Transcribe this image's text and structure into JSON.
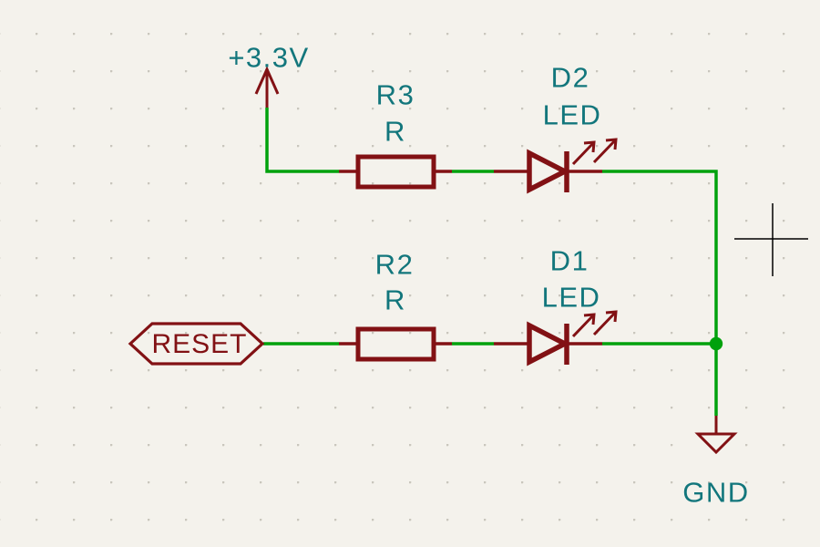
{
  "colors": {
    "bg": "#f4f2ec",
    "grid": "#c9c6bd",
    "wire": "#00a10c",
    "comp": "#821114",
    "text": "#12767c",
    "cursor": "#000000"
  },
  "schematic": {
    "power": {
      "vcc_label": "+3.3V",
      "gnd_label": "GND"
    },
    "components": {
      "r3": {
        "ref": "R3",
        "value": "R"
      },
      "r2": {
        "ref": "R2",
        "value": "R"
      },
      "d2": {
        "ref": "D2",
        "value": "LED"
      },
      "d1": {
        "ref": "D1",
        "value": "LED"
      }
    },
    "net_labels": {
      "reset": "RESET"
    }
  }
}
